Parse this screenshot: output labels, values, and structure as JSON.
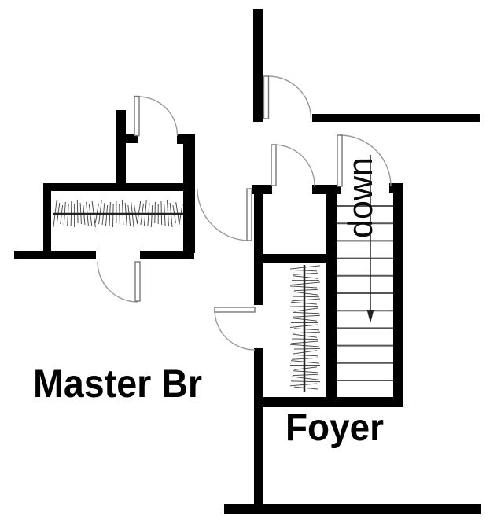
{
  "labels": {
    "master_bedroom": "Master Br",
    "foyer": "Foyer",
    "stair_direction": "down"
  },
  "colors": {
    "wall": "#000000",
    "label_text": "#000000",
    "door_swing": "#9a9a9a",
    "door_leaf_outline": "#777777",
    "stair_tread": "#555555",
    "stair_arrow": "#222222",
    "clothes_hatch": "#222222",
    "background": "#ffffff"
  },
  "diagram": {
    "type": "floor-plan",
    "rooms": [
      {
        "id": "master-bedroom",
        "label": "Master Br"
      },
      {
        "id": "foyer",
        "label": "Foyer"
      }
    ],
    "stairs": {
      "direction_label": "down",
      "tread_count": 11,
      "arrow_direction": "down"
    },
    "closets": [
      {
        "room": "master-bedroom",
        "symbol": "clothes rod",
        "rod_orientation": "horizontal"
      },
      {
        "room": "foyer",
        "symbol": "clothes rod",
        "rod_orientation": "vertical"
      }
    ],
    "door_count": 7
  }
}
